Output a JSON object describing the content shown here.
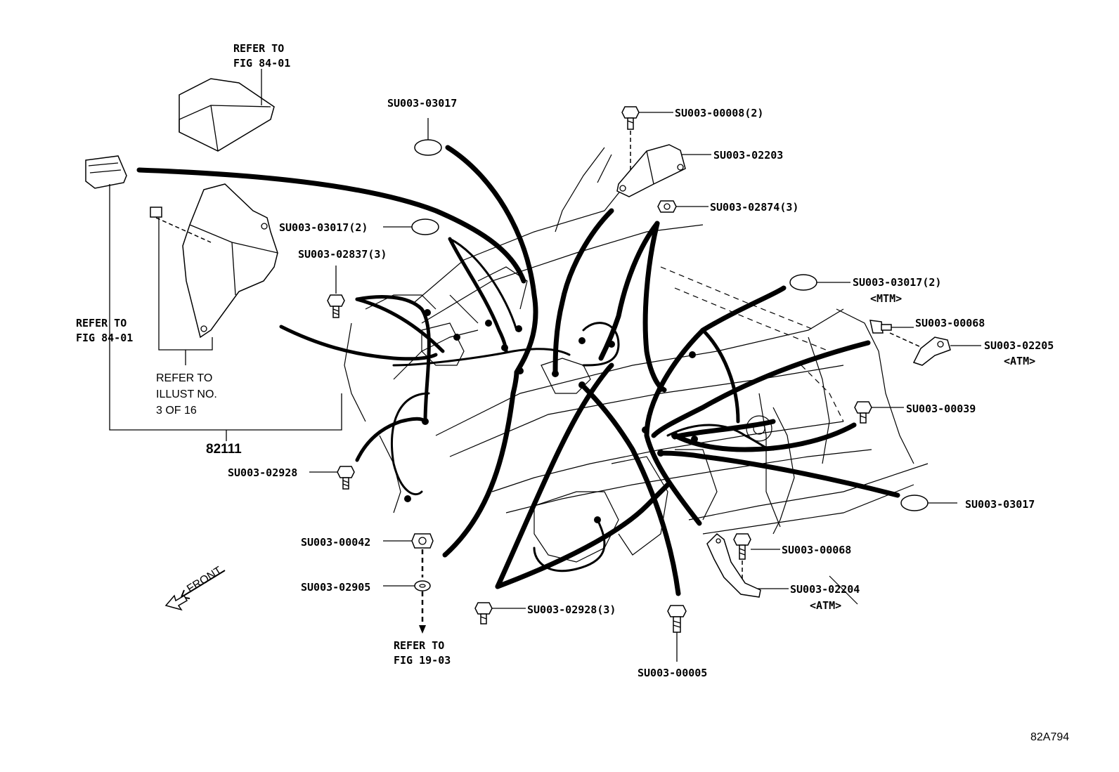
{
  "diagram": {
    "figure_code": "82A794",
    "part_number": "82111",
    "front_label": "FRONT",
    "refer_fig_84_top": [
      "REFER TO",
      "FIG 84-01"
    ],
    "refer_fig_84_left": [
      "REFER TO",
      "FIG 84-01"
    ],
    "refer_illust": [
      "REFER TO",
      "ILLUST NO.",
      "3 OF 16"
    ],
    "refer_fig_19": [
      "REFER TO",
      "FIG 19-03"
    ],
    "callouts": {
      "c_03017_top": "SU003-03017",
      "c_03017_2_left": "SU003-03017(2)",
      "c_02837": "SU003-02837(3)",
      "c_02928_left": "SU003-02928",
      "c_00042": "SU003-00042",
      "c_02905": "SU003-02905",
      "c_02928_3": "SU003-02928(3)",
      "c_00005": "SU003-00005",
      "c_00008": "SU003-00008(2)",
      "c_02203": "SU003-02203",
      "c_02874": "SU003-02874(3)",
      "c_03017_2_right": "SU003-03017(2)",
      "c_mtm": "<MTM>",
      "c_00068_top": "SU003-00068",
      "c_02205": "SU003-02205",
      "c_atm_1": "<ATM>",
      "c_00039": "SU003-00039",
      "c_03017_right": "SU003-03017",
      "c_00068_bottom": "SU003-00068",
      "c_02204": "SU003-02204",
      "c_atm_2": "<ATM>"
    }
  }
}
